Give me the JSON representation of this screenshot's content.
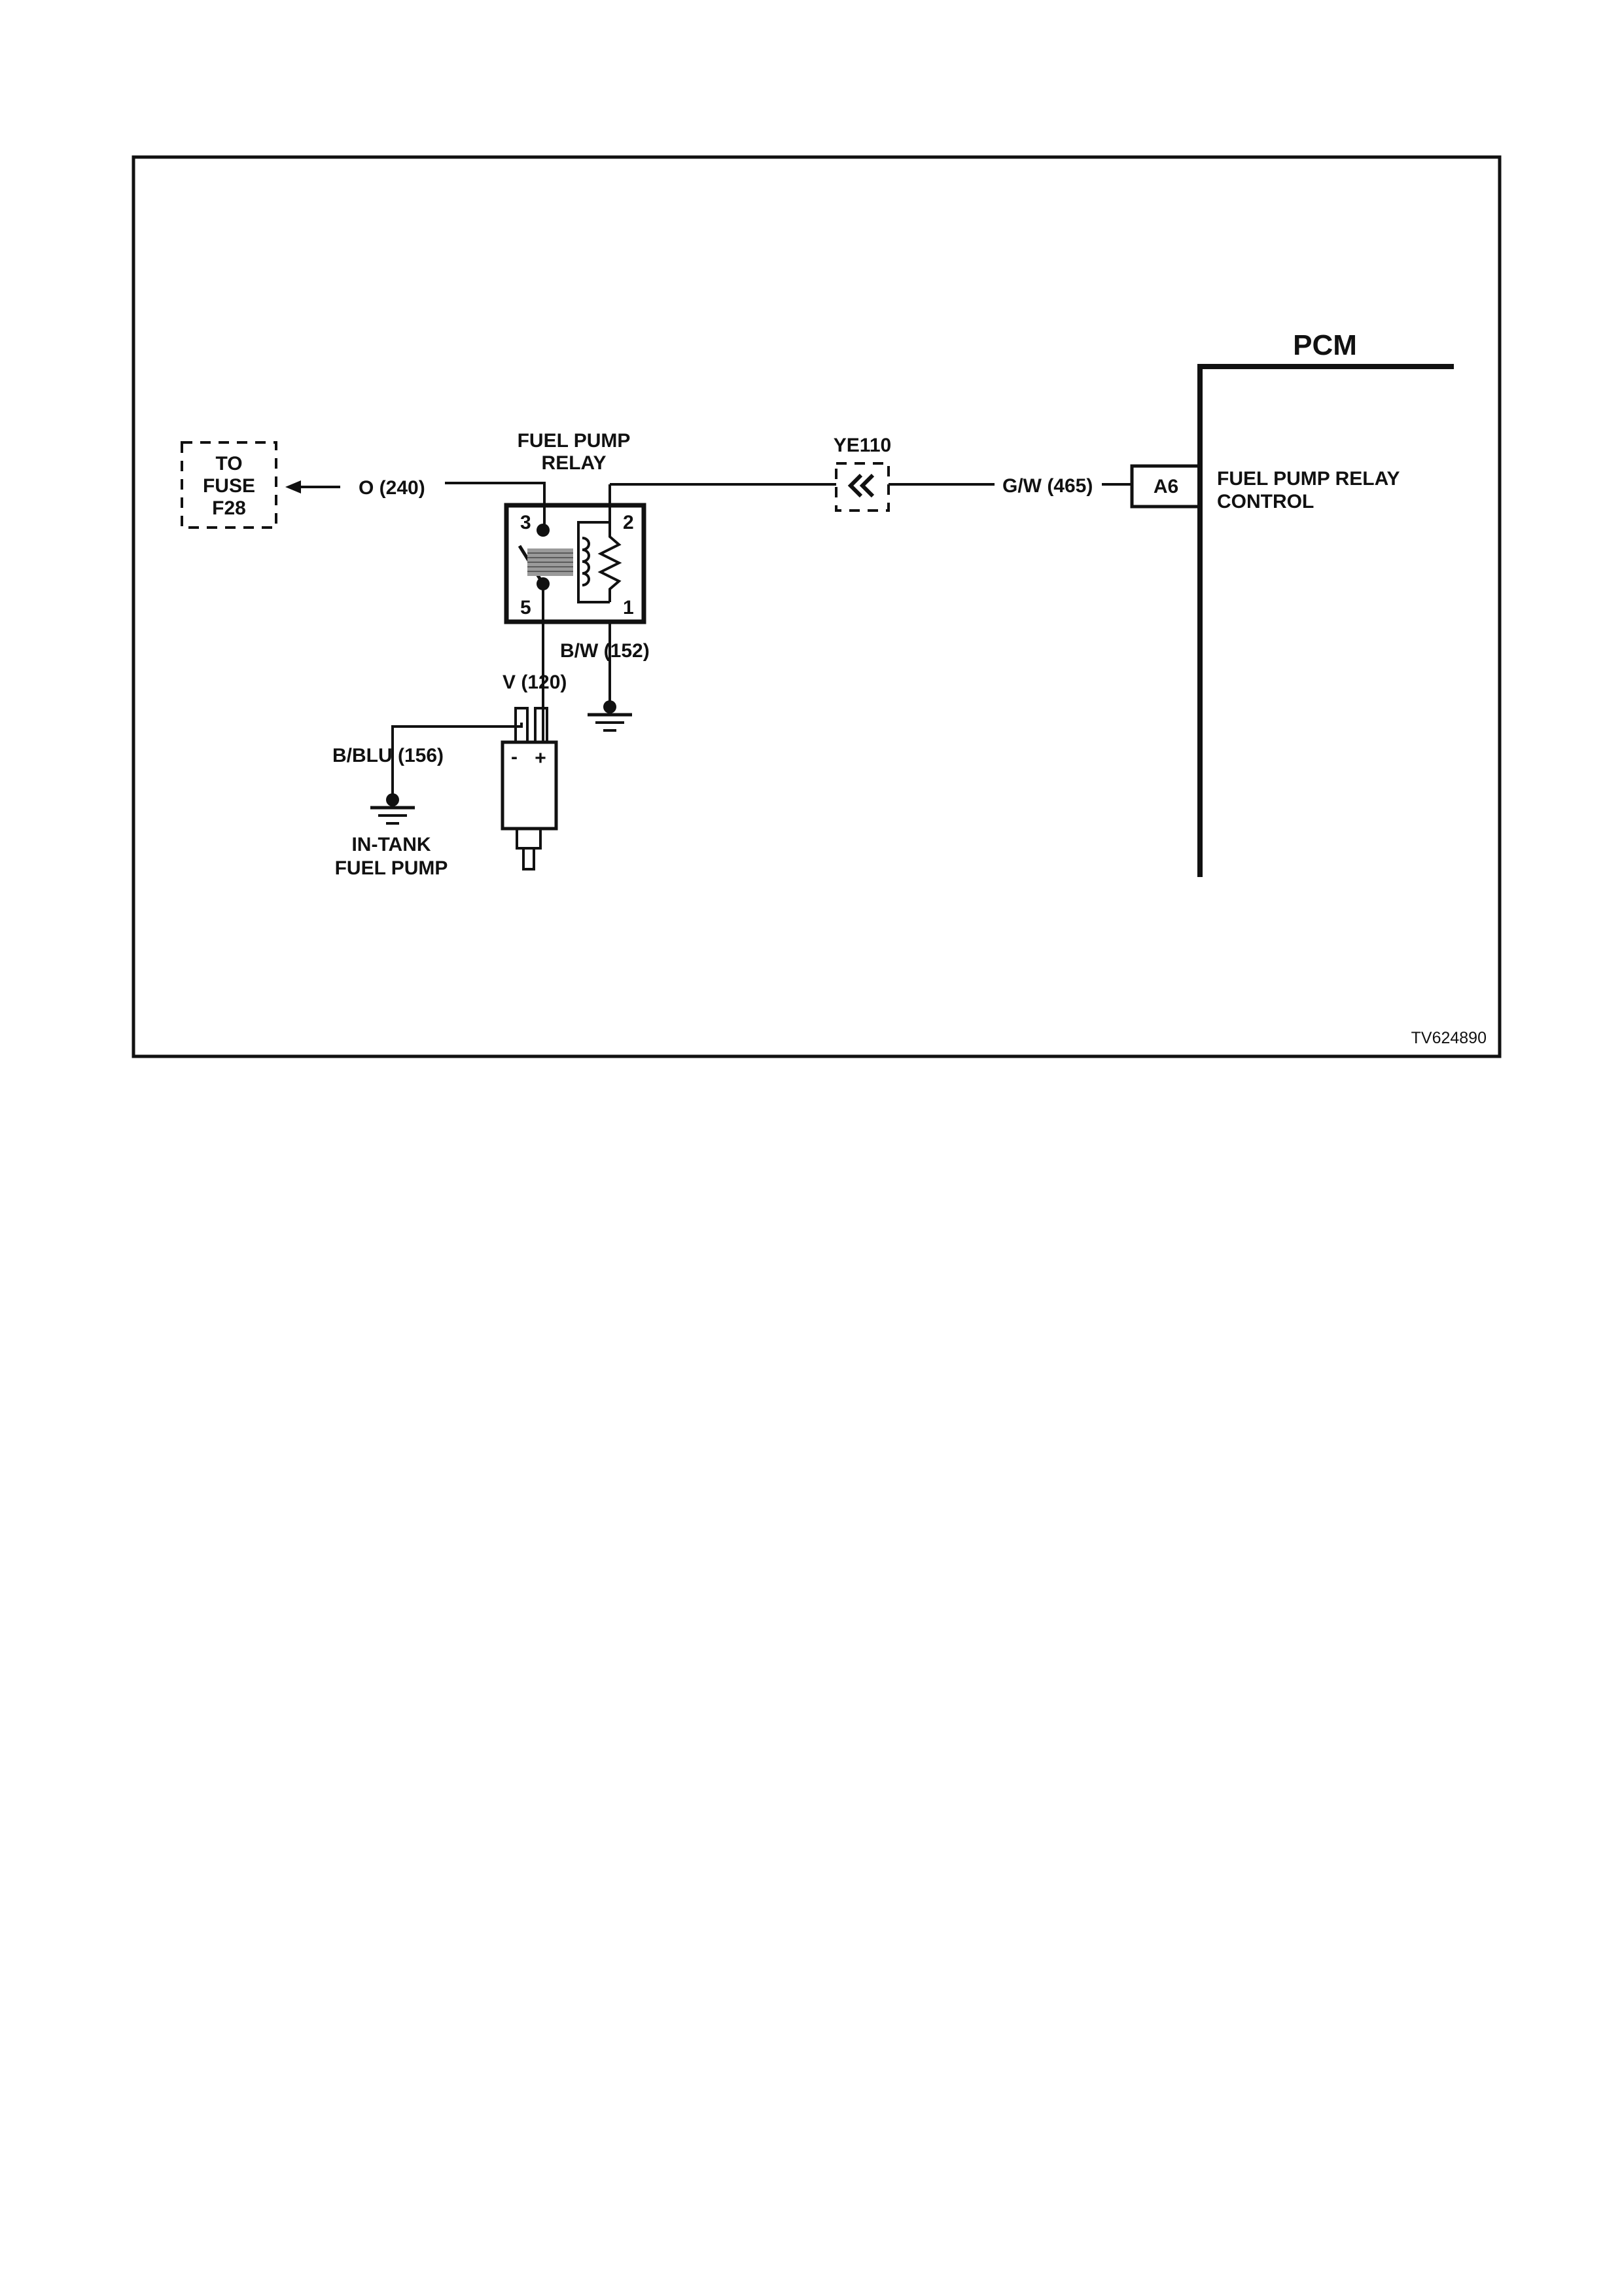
{
  "fuse": {
    "line1": "TO",
    "line2": "FUSE",
    "line3": "F28"
  },
  "relay": {
    "title_line1": "FUEL PUMP",
    "title_line2": "RELAY",
    "pins": {
      "pin3": "3",
      "pin2": "2",
      "pin5": "5",
      "pin1": "1"
    }
  },
  "wires": {
    "o240": "O (240)",
    "gw465": "G/W (465)",
    "bw152": "B/W (152)",
    "v120": "V (120)",
    "bblu156": "B/BLU (156)"
  },
  "connector": {
    "id": "YE110"
  },
  "pcm": {
    "title": "PCM",
    "pin": "A6",
    "function_line1": "FUEL PUMP RELAY",
    "function_line2": "CONTROL"
  },
  "pump": {
    "label_line1": "IN-TANK",
    "label_line2": "FUEL PUMP",
    "minus": "-",
    "plus": "+"
  },
  "reference_code": "TV624890",
  "icons": [
    "ground-icon",
    "arrow-left-icon",
    "double-chevron-left-icon",
    "relay-coil-icon",
    "relay-switch-icon",
    "fuel-pump-icon"
  ]
}
